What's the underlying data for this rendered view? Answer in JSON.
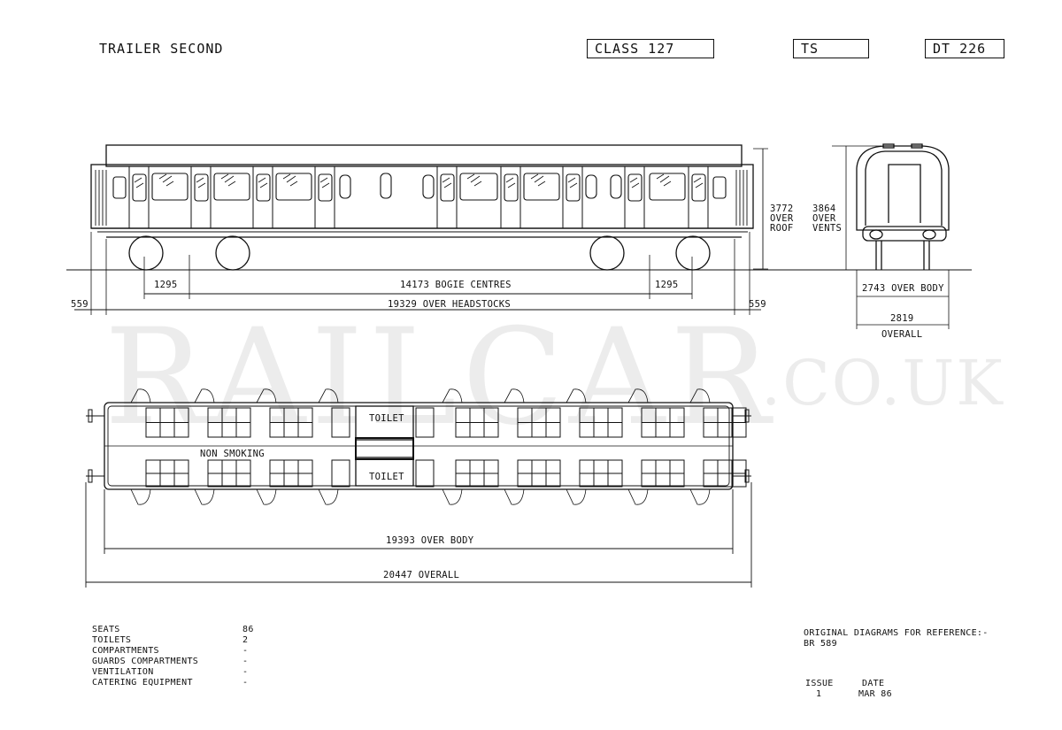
{
  "header": {
    "title": "TRAILER SECOND",
    "class_box": "CLASS 127",
    "type_box": "TS",
    "diagram_box": "DT 226"
  },
  "watermark": {
    "main": "RAILCAR",
    "suffix": ".CO.UK"
  },
  "side_view": {
    "overhang_left": "559",
    "overhang_right": "559",
    "bogie_wheelbase_left": "1295",
    "bogie_wheelbase_right": "1295",
    "bogie_centres": "14173 BOGIE CENTRES",
    "over_headstocks": "19329 OVER HEADSTOCKS",
    "height_roof_value": "3772",
    "height_roof_l1": "OVER",
    "height_roof_l2": "ROOF"
  },
  "end_view": {
    "height_vents_value": "3864",
    "height_vents_l1": "OVER",
    "height_vents_l2": "VENTS",
    "width_body": "2743 OVER BODY",
    "width_overall_value": "2819",
    "width_overall_label": "OVERALL"
  },
  "plan_view": {
    "toilet_top": "TOILET",
    "toilet_bottom": "TOILET",
    "non_smoking": "NON SMOKING",
    "over_body": "19393 OVER BODY",
    "overall": "20447 OVERALL"
  },
  "specs": [
    {
      "label": "SEATS",
      "value": "86"
    },
    {
      "label": "TOILETS",
      "value": "2"
    },
    {
      "label": "COMPARTMENTS",
      "value": "-"
    },
    {
      "label": "GUARDS COMPARTMENTS",
      "value": "-"
    },
    {
      "label": "VENTILATION",
      "value": "-"
    },
    {
      "label": "CATERING EQUIPMENT",
      "value": "-"
    }
  ],
  "reference": {
    "line1": "ORIGINAL DIAGRAMS FOR REFERENCE:-",
    "line2": "BR 589"
  },
  "issue": {
    "issue_label": "ISSUE",
    "issue_value": "1",
    "date_label": "DATE",
    "date_value": "MAR 86"
  }
}
